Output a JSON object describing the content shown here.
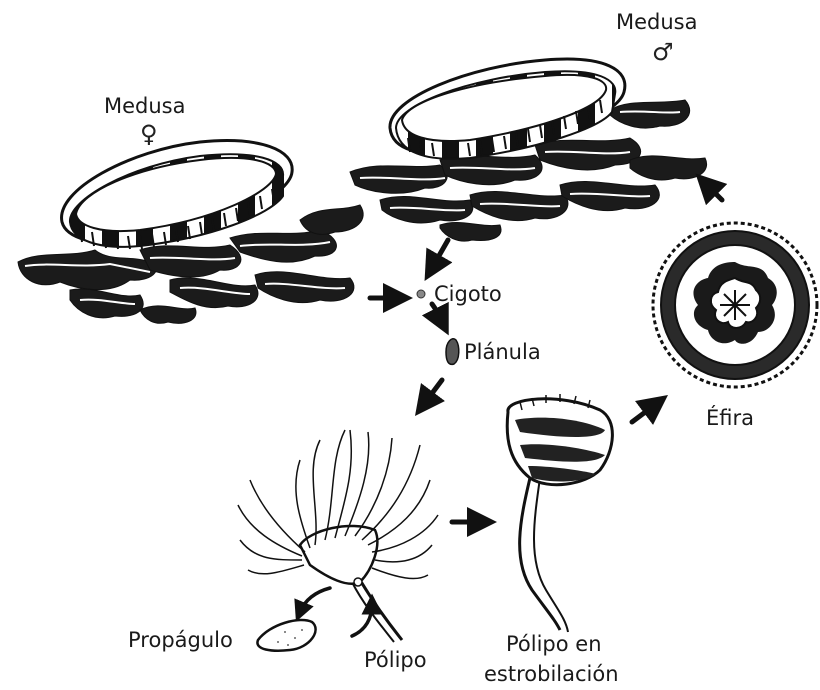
{
  "labels": {
    "medusa_female": "Medusa",
    "female_symbol": "♀",
    "medusa_male": "Medusa",
    "male_symbol": "♂",
    "cigoto": "Cigoto",
    "planula": "Plánula",
    "efira": "Éfira",
    "propagulo": "Propágulo",
    "polipo": "Pólipo",
    "polipo_estrob_line1": "Pólipo en",
    "polipo_estrob_line2": "estrobilación"
  },
  "colors": {
    "ink": "#111111",
    "background": "#ffffff"
  },
  "icons": {
    "medusa": "jellyfish-medusa-icon",
    "efira": "ephyra-icon",
    "polipo": "polyp-icon",
    "strobila": "strobila-icon",
    "propagulo": "propagule-icon",
    "cigoto": "zygote-dot-icon",
    "planula": "planula-icon",
    "arrow": "arrow-icon"
  }
}
